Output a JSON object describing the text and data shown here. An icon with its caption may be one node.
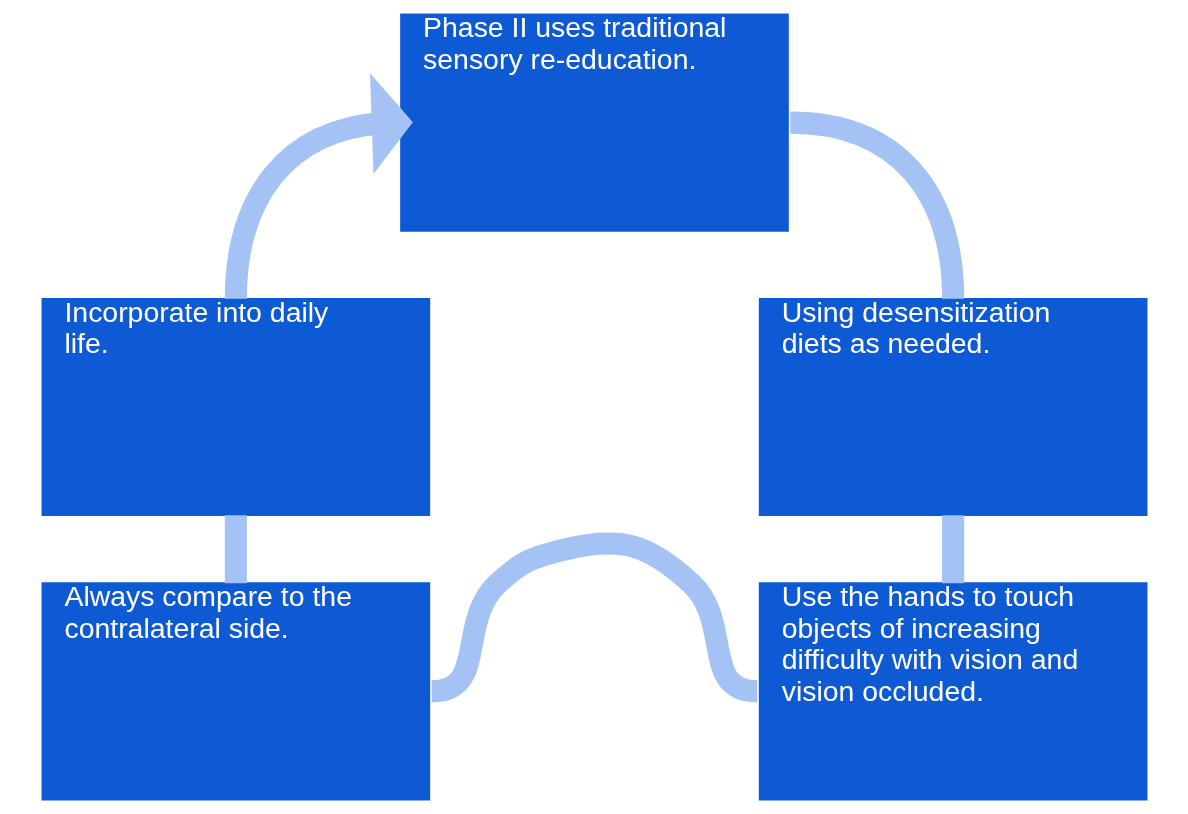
{
  "diagram": {
    "nodes": [
      {
        "text": [
          "Phase II uses traditional sensory re-education."
        ]
      },
      {
        "text": [
          "Using desensitization diets as needed."
        ]
      },
      {
        "text": [
          "Use the hands to touch objects of increasing difficulty with vision and vision occluded."
        ]
      },
      {
        "text": [
          "Always compare to the contralateral side."
        ]
      },
      {
        "text": [
          "Incorporate into daily life."
        ]
      }
    ],
    "edges": [
      {
        "from": 0,
        "to": 1,
        "arrow": "none"
      },
      {
        "from": 1,
        "to": 2,
        "arrow": "none"
      },
      {
        "from": 2,
        "to": 3,
        "arrow": "none"
      },
      {
        "from": 3,
        "to": 4,
        "arrow": "none"
      },
      {
        "from": 4,
        "to": 0,
        "arrow": "to"
      }
    ]
  }
}
